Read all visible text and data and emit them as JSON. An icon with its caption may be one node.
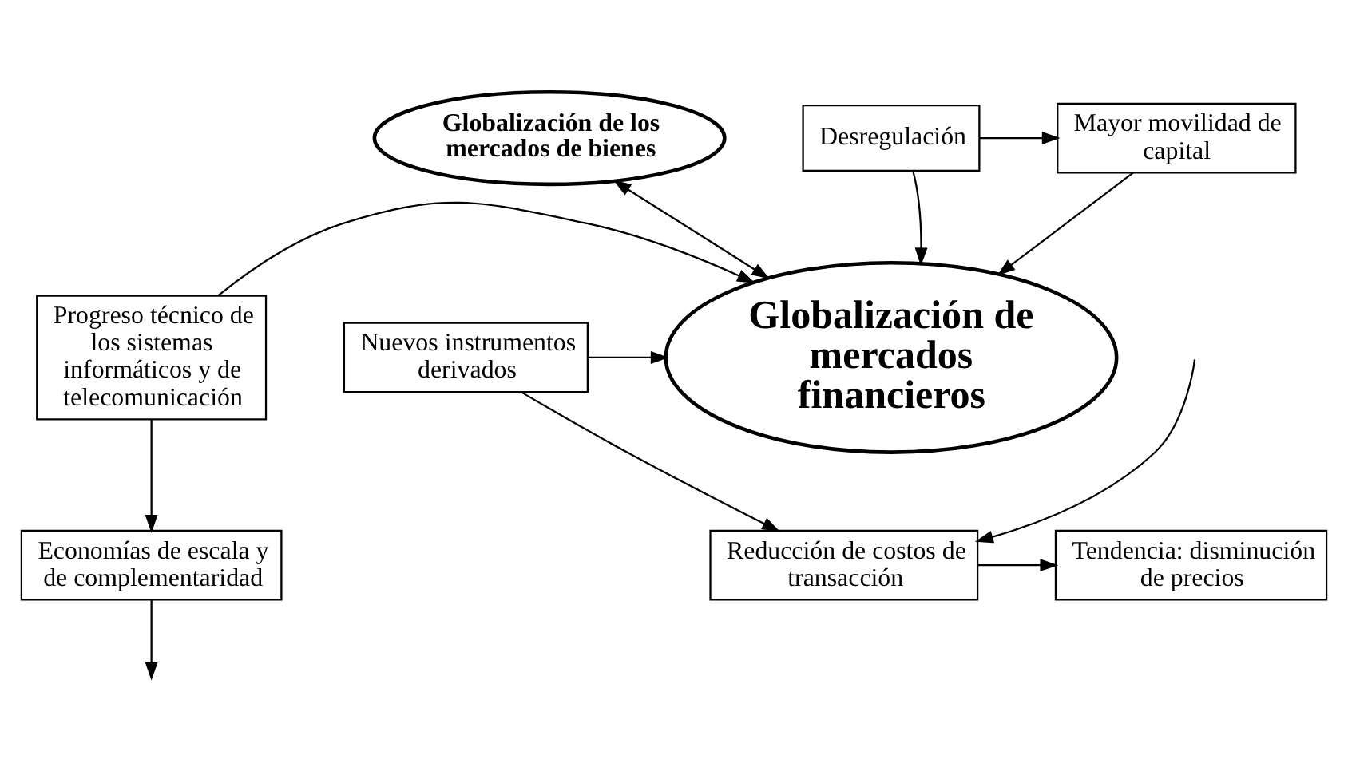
{
  "diagram": {
    "nodes": [
      {
        "text": [
          "Globalización de los mercados de bienes"
        ]
      },
      {
        "text": [
          "Desregulación"
        ]
      },
      {
        "text": [
          "Mayor movilidad de capital"
        ]
      },
      {
        "text": [
          "Progreso técnico de los sistemas informáticos y de telecomunicación"
        ]
      },
      {
        "text": [
          "Globalización de mercados financieros"
        ]
      },
      {
        "text": [
          "Nuevos instrumentos derivados"
        ]
      },
      {
        "text": [
          "Economías de escala y de complementaridad"
        ]
      },
      {
        "text": [
          "Tendencia: disminución de precios"
        ]
      },
      {
        "text": [
          "Reducción de costos de transacción"
        ]
      }
    ],
    "edges": [
      {
        "from": 0,
        "to": 4,
        "arrow": "both"
      },
      {
        "from": 1,
        "to": 2,
        "arrow": "to"
      },
      {
        "from": 1,
        "to": 4,
        "arrow": "to"
      },
      {
        "from": 2,
        "to": 4,
        "arrow": "to"
      },
      {
        "from": 3,
        "to": 4,
        "arrow": "to"
      },
      {
        "from": 5,
        "to": 4,
        "arrow": "to"
      },
      {
        "from": 3,
        "to": 6,
        "arrow": "to"
      },
      {
        "from": 5,
        "to": 8,
        "arrow": "to"
      },
      {
        "from": 8,
        "to": 7,
        "arrow": "to"
      },
      {
        "from": 6,
        "to": null,
        "arrow": "to"
      },
      {
        "from": null,
        "to": 8,
        "arrow": "to"
      }
    ]
  }
}
